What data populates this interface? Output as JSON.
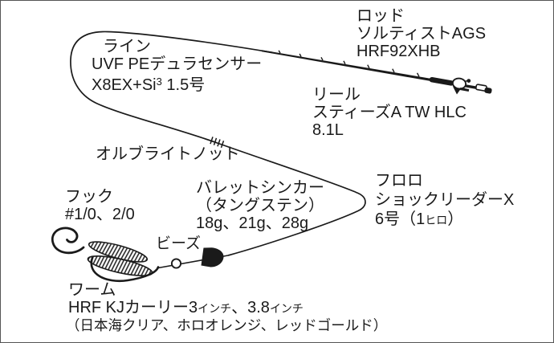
{
  "colors": {
    "ink": "#1a1a1a",
    "background": "#ffffff"
  },
  "labels": {
    "rod": {
      "title": "ロッド",
      "model1": "ソルティストAGS",
      "model2": "HRF92XHB"
    },
    "line": {
      "title": "ライン",
      "product": "UVF PEデュラセンサー",
      "spec_pre": "X8EX+Si",
      "spec_sup": "3",
      "spec_post": " 1.5号"
    },
    "reel": {
      "title": "リール",
      "model": "スティーズA TW HLC",
      "gear_ratio": "8.1L"
    },
    "knot": {
      "title": "オルブライトノット"
    },
    "leader": {
      "title": "フロロ",
      "product": "ショックリーダーX",
      "spec_pre": "6号（1",
      "spec_small": "ヒロ",
      "spec_post": "）"
    },
    "sinker": {
      "title": "バレットシンカー",
      "material": "（タングステン）",
      "weights": "18g、21g、28g"
    },
    "hook": {
      "title": "フック",
      "sizes": "#1/0、2/0"
    },
    "bead": {
      "title": "ビーズ"
    },
    "worm": {
      "title": "ワーム",
      "product_pre": "HRF KJカーリー3",
      "unit1": "インチ",
      "product_mid": "、3.8",
      "unit2": "インチ",
      "colors_line": "（日本海クリア、ホロオレンジ、レッドゴールド）"
    }
  }
}
